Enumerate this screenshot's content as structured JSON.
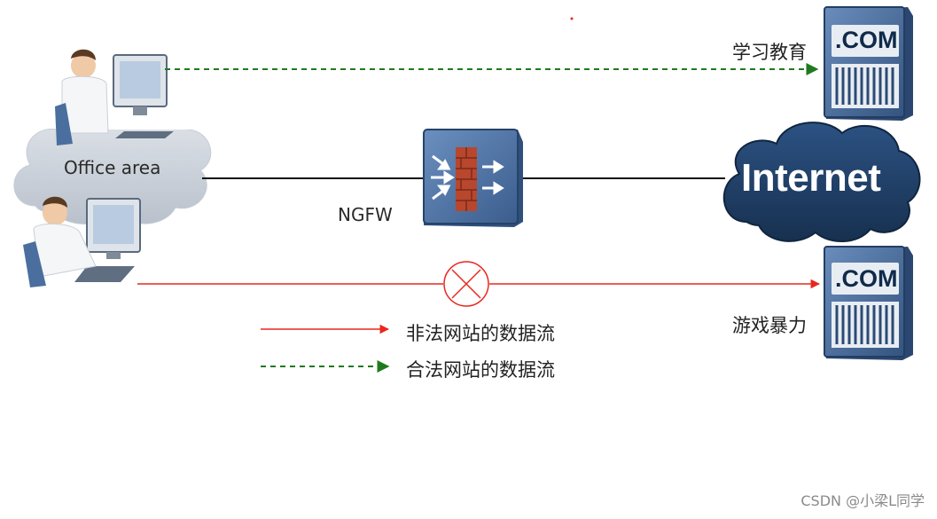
{
  "office": {
    "label": "Office area"
  },
  "firewall": {
    "label": "NGFW"
  },
  "internet": {
    "label": "Internet"
  },
  "servers": {
    "study": {
      "badge": ".COM",
      "label": "学习教育"
    },
    "game": {
      "badge": ".COM",
      "label": "游戏暴力"
    }
  },
  "legend": {
    "illegal_flow": "非法网站的数据流",
    "legal_flow": "合法网站的数据流"
  },
  "watermark": "CSDN @小梁L同学",
  "colors": {
    "illegal": "#e8281e",
    "legal": "#1f7a1f",
    "cloud": "#cfd5dd",
    "internet_cloud": "#1f3e66",
    "server": "#3d5f8f"
  }
}
